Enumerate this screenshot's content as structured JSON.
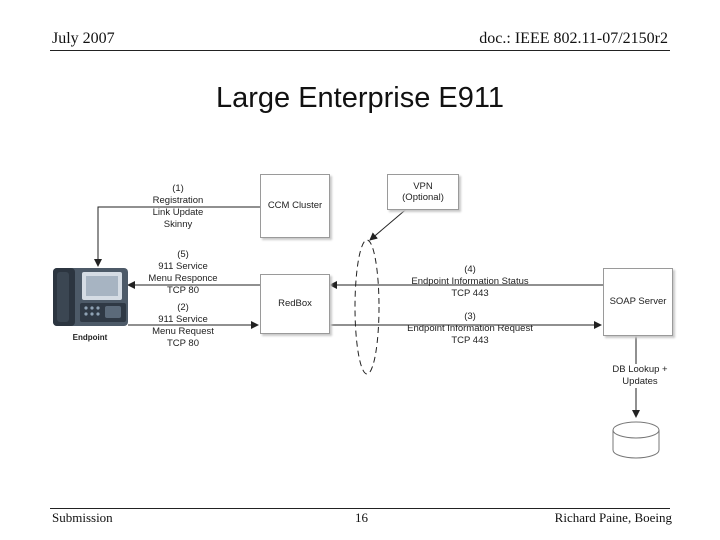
{
  "header": {
    "date": "July 2007",
    "doc_id": "doc.: IEEE 802.11-07/2150r2"
  },
  "title": "Large Enterprise E911",
  "diagram": {
    "nodes": {
      "ccm": "CCM Cluster",
      "vpn_line1": "VPN",
      "vpn_line2": "(Optional)",
      "redbox": "RedBox",
      "soap": "SOAP Server",
      "endpoint": "Endpoint"
    },
    "labels": {
      "flow1": [
        "(1)",
        "Registration",
        "Link Update",
        "Skinny"
      ],
      "flow5": [
        "(5)",
        "911 Service",
        "Menu Responce",
        "TCP 80"
      ],
      "flow2": [
        "(2)",
        "911 Service",
        "Menu Request",
        "TCP 80"
      ],
      "flow4": [
        "(4)",
        "Endpoint Information Status",
        "TCP 443"
      ],
      "flow3": [
        "(3)",
        "Endpoint Information Request",
        "TCP 443"
      ],
      "db": [
        "DB Lookup +",
        "Updates"
      ]
    }
  },
  "footer": {
    "left": "Submission",
    "page": "16",
    "right": "Richard Paine, Boeing"
  }
}
